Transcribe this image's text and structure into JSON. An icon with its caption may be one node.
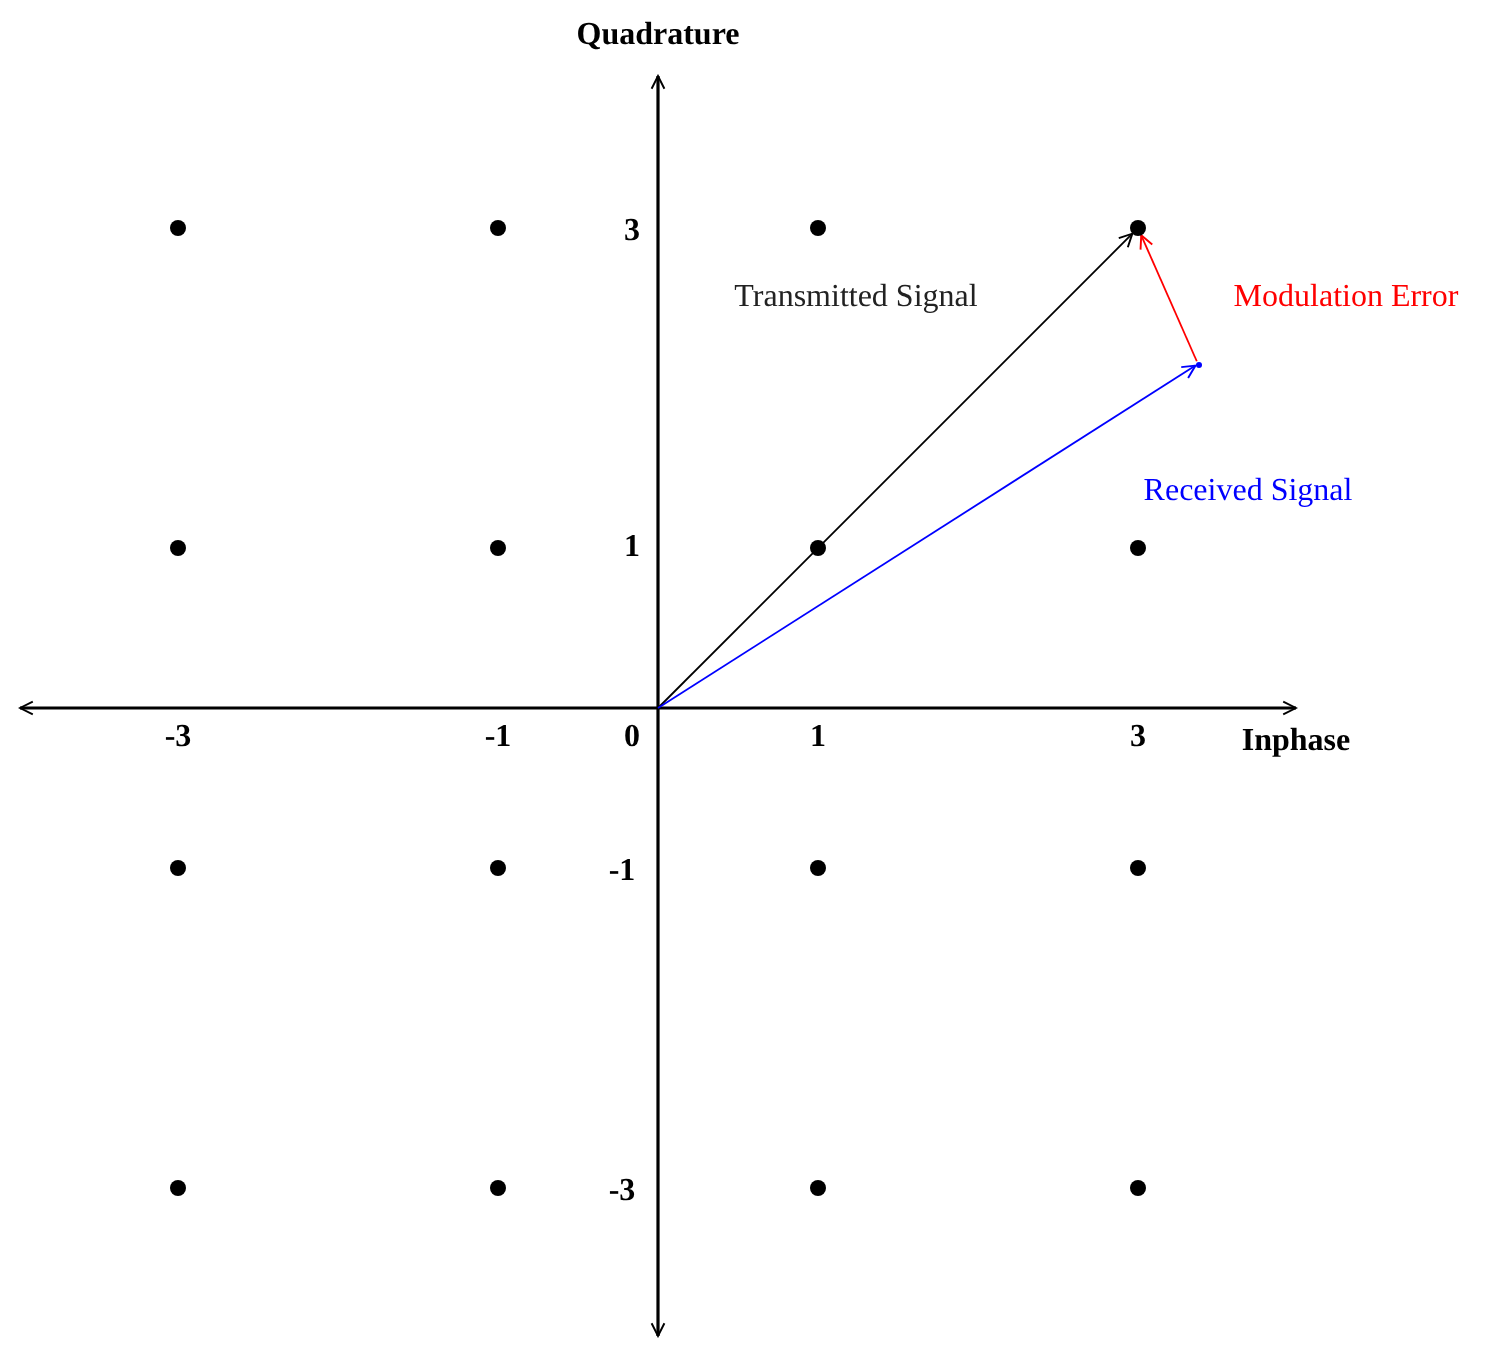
{
  "diagram": {
    "nodes": [
      {
        "text": [],
        "shape": "circle"
      },
      {
        "text": [],
        "shape": "circle"
      },
      {
        "text": [],
        "shape": "circle"
      },
      {
        "text": [],
        "shape": "circle"
      },
      {
        "text": [],
        "shape": "circle"
      },
      {
        "text": [],
        "shape": "circle"
      },
      {
        "text": [],
        "shape": "circle"
      },
      {
        "text": [],
        "shape": "circle"
      },
      {
        "text": [],
        "shape": "circle"
      },
      {
        "text": [],
        "shape": "circle"
      },
      {
        "text": [],
        "shape": "circle"
      },
      {
        "text": [],
        "shape": "circle"
      },
      {
        "text": [],
        "shape": "circle"
      },
      {
        "text": [],
        "shape": "circle"
      },
      {
        "text": [],
        "shape": "circle"
      },
      {
        "text": [],
        "shape": "circle"
      },
      {
        "text": [],
        "shape": "point"
      }
    ],
    "edges": [
      {
        "from": null,
        "to": 3,
        "arrow": "to",
        "label": "Transmitted Signal"
      },
      {
        "from": 16,
        "to": 3,
        "arrow": "to",
        "label": "Modulation Error",
        "color": "#ff0000"
      },
      {
        "from": null,
        "to": 16,
        "arrow": "to",
        "label": "Received Signal",
        "color": "#0000ff"
      }
    ],
    "labels": [
      "Quadrature",
      "3",
      "1",
      "-3",
      "-1",
      "0",
      "1",
      "3",
      "Inphase",
      "-1",
      "-3"
    ]
  }
}
